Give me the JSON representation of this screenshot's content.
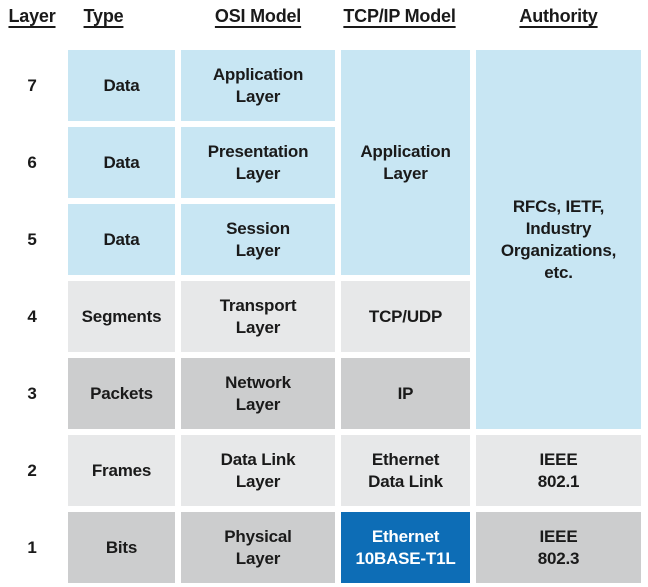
{
  "title": "OSI Model vs TCP/IP Model layer comparison",
  "colors": {
    "light_blue": "#c8e6f3",
    "light_gray": "#e7e8e9",
    "mid_gray": "#cccdce",
    "accent_blue": "#0d6db6",
    "text": "#1a1a1a",
    "background": "#ffffff"
  },
  "headers": {
    "layer": "Layer",
    "type": "Type",
    "osi": "OSI Model",
    "tcpip": "TCP/IP Model",
    "authority": "Authority"
  },
  "rows": [
    {
      "layer": "7",
      "type": "Data",
      "osi": "Application\nLayer"
    },
    {
      "layer": "6",
      "type": "Data",
      "osi": "Presentation\nLayer"
    },
    {
      "layer": "5",
      "type": "Data",
      "osi": "Session\nLayer"
    },
    {
      "layer": "4",
      "type": "Segments",
      "osi": "Transport\nLayer",
      "tcpip": "TCP/UDP"
    },
    {
      "layer": "3",
      "type": "Packets",
      "osi": "Network\nLayer",
      "tcpip": "IP"
    },
    {
      "layer": "2",
      "type": "Frames",
      "osi": "Data Link\nLayer",
      "tcpip": "Ethernet\nData Link",
      "authority": "IEEE\n802.1"
    },
    {
      "layer": "1",
      "type": "Bits",
      "osi": "Physical\nLayer",
      "tcpip": "Ethernet\n10BASE-T1L",
      "authority": "IEEE\n802.3"
    }
  ],
  "merged_cells": {
    "tcpip_application": "Application\nLayer",
    "authority_rfcs": "RFCs, IETF,\nIndustry\nOrganizations,\netc."
  }
}
